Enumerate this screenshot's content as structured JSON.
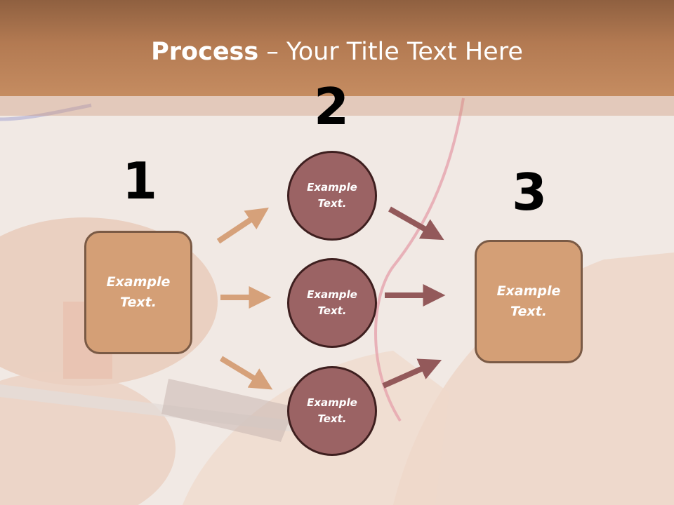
{
  "slide": {
    "title_bold": "Process",
    "title_rest": " – Your Title Text Here"
  },
  "steps": {
    "one": "1",
    "two": "2",
    "three": "3"
  },
  "nodes": {
    "left_box": "Example\nText.",
    "circle_top": "Example\nText.",
    "circle_middle": "Example\nText.",
    "circle_bottom": "Example\nText.",
    "right_box": "Example\nText."
  },
  "colors": {
    "header": "#c58c61",
    "box_fill": "#d49f76",
    "circle_fill": "#9b6364",
    "arrow_tan": "#d6a17a",
    "arrow_mauve": "#93595a"
  }
}
